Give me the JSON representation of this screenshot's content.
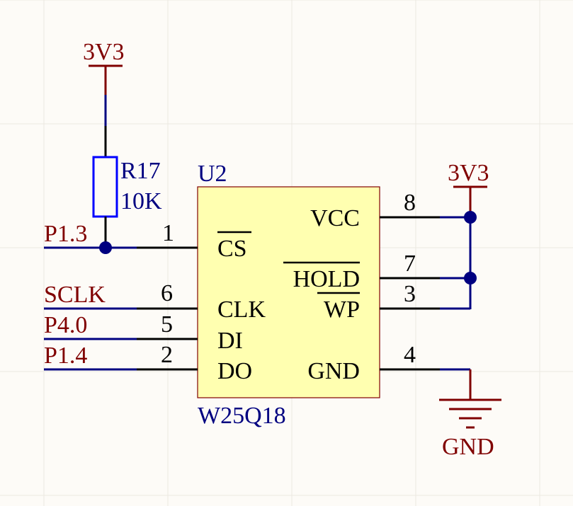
{
  "component": {
    "designator": "U2",
    "part": "W25Q18",
    "pins_left": [
      {
        "number": "1",
        "name": "CS",
        "inverted": true,
        "net": "P1.3"
      },
      {
        "number": "6",
        "name": "CLK",
        "inverted": false,
        "net": "SCLK"
      },
      {
        "number": "5",
        "name": "DI",
        "inverted": false,
        "net": "P4.0"
      },
      {
        "number": "2",
        "name": "DO",
        "inverted": false,
        "net": "P1.4"
      }
    ],
    "pins_right": [
      {
        "number": "8",
        "name": "VCC",
        "inverted": false
      },
      {
        "number": "7",
        "name": "HOLD",
        "inverted": true
      },
      {
        "number": "3",
        "name": "WP",
        "inverted": true
      },
      {
        "number": "4",
        "name": "GND",
        "inverted": false
      }
    ]
  },
  "resistor": {
    "designator": "R17",
    "value": "10K"
  },
  "power": {
    "supply_left": "3V3",
    "supply_right": "3V3",
    "ground": "GND"
  },
  "nets": {
    "p13": "P1.3",
    "sclk": "SCLK",
    "p40": "P4.0",
    "p14": "P1.4"
  },
  "colors": {
    "wire": "#000080",
    "pin": "#000000",
    "power": "#800000",
    "body_fill": "#ffffb0",
    "resistor": "#0000ff",
    "background": "#fdfbf7"
  }
}
